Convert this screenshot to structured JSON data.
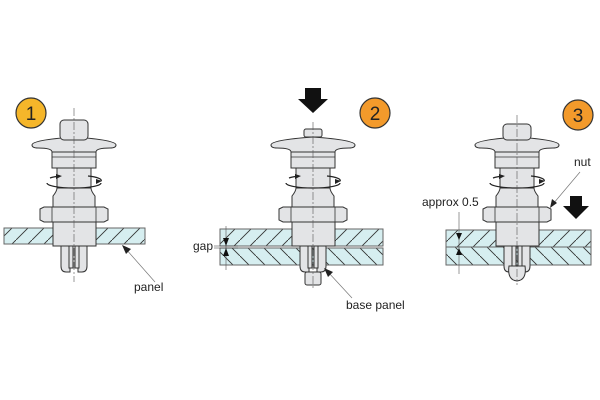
{
  "steps": [
    {
      "number": "1",
      "badge_color": "#f5b62a"
    },
    {
      "number": "2",
      "badge_color": "#f39a2b"
    },
    {
      "number": "3",
      "badge_color": "#f39a2b"
    }
  ],
  "labels": {
    "panel": "panel",
    "gap": "gap",
    "base_panel": "base panel",
    "approx": "approx 0.5",
    "nut": "nut"
  }
}
